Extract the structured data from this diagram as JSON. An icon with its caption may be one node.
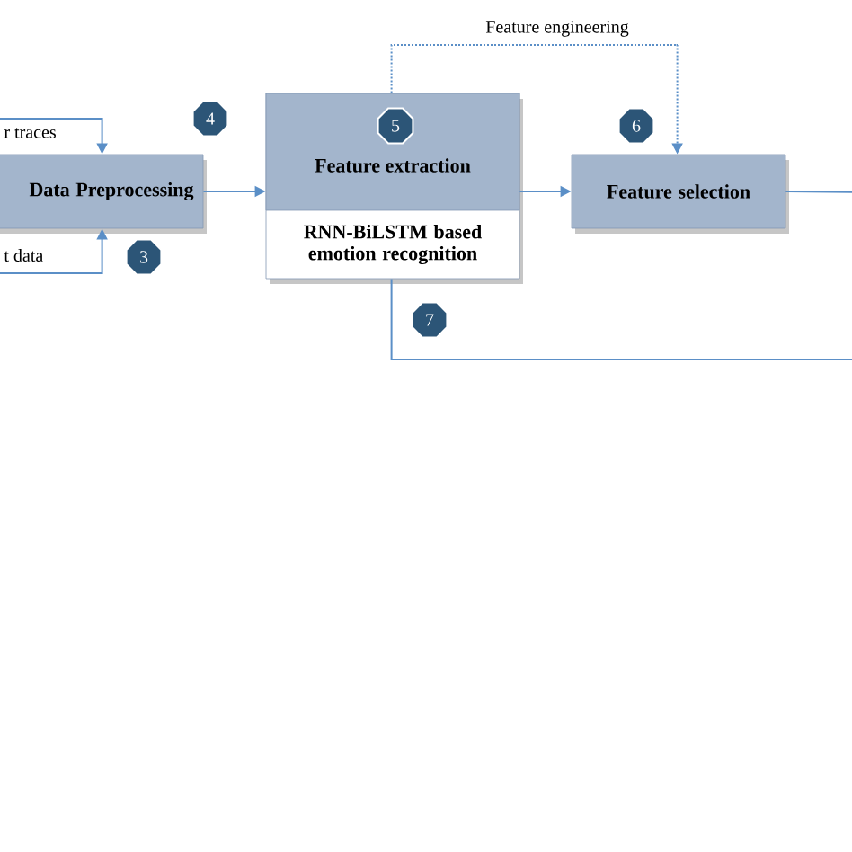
{
  "diagram": {
    "nodes": [
      {
        "text": [
          "Data Preprocessing"
        ]
      },
      {
        "text": [
          "Feature extraction",
          "RNN-BiLSTM based emotion recognition"
        ]
      },
      {
        "text": [
          "Feature selection"
        ]
      }
    ],
    "edges": [
      {
        "from": 0,
        "to": 1,
        "arrow": "to"
      },
      {
        "from": 1,
        "to": 2,
        "arrow": "to"
      },
      {
        "from": 2,
        "to": null,
        "arrow": "none"
      },
      {
        "from": null,
        "to": 0,
        "arrow": "to",
        "label": "r traces"
      },
      {
        "from": null,
        "to": 0,
        "arrow": "to",
        "label": "t data"
      },
      {
        "from": 1,
        "to": 2,
        "arrow": "to",
        "label": "Feature engineering",
        "style": "dashed"
      },
      {
        "from": 1,
        "to": null,
        "arrow": "none"
      }
    ],
    "labels": [
      "4",
      "5",
      "6",
      "3",
      "7"
    ]
  }
}
